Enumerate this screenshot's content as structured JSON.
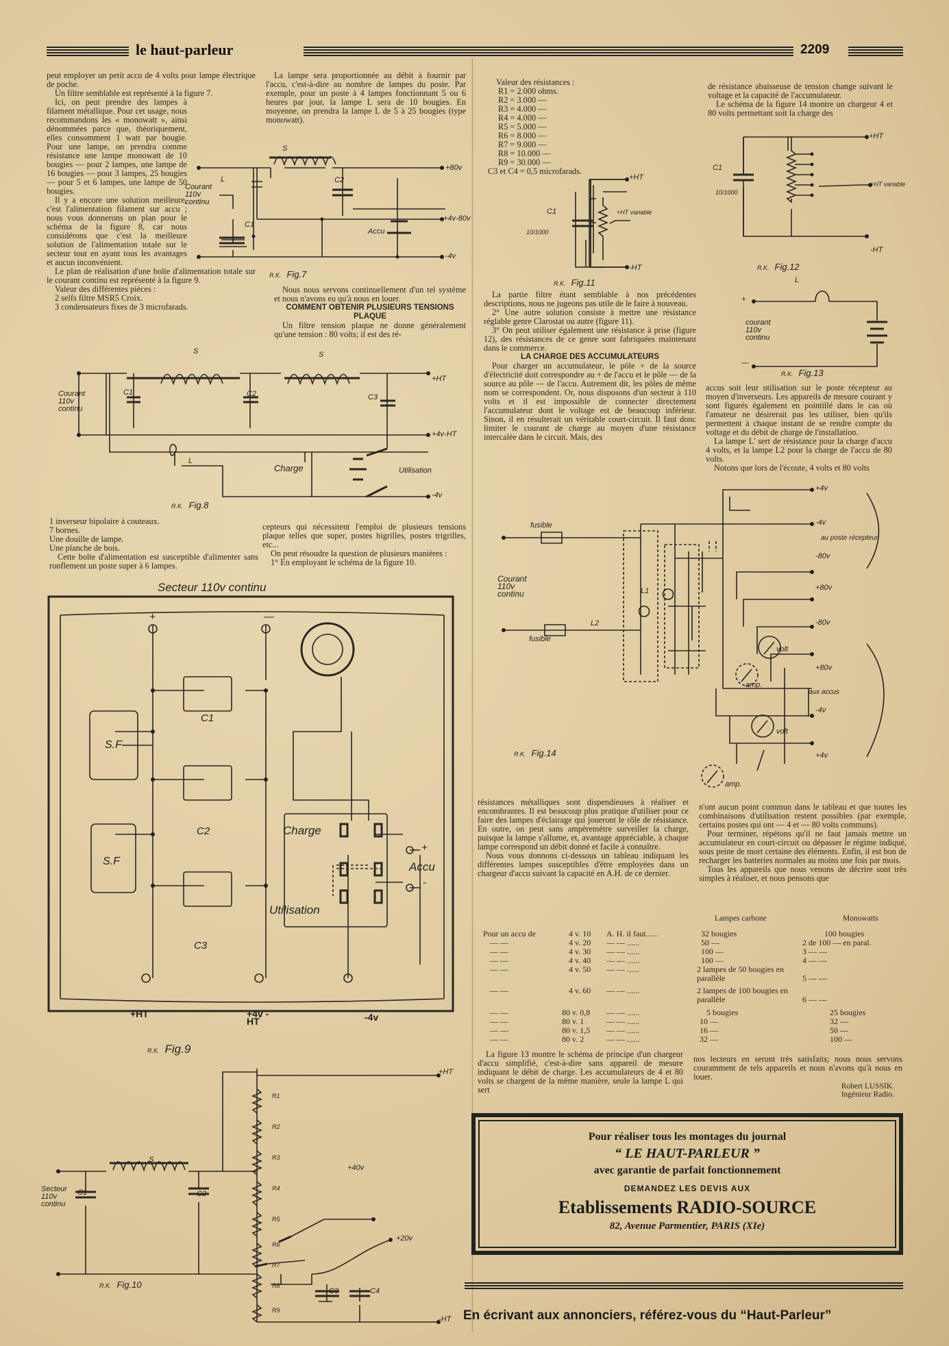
{
  "header": {
    "journal": "le haut-parleur",
    "page_number": "2209"
  },
  "col1": {
    "paras": [
      "peut employer un petit accu de 4 volts pour lampe électrique de poche.",
      "Un filtre semblable est représenté à la figure 7.",
      "Ici, on peut prendre des lampes à filament métallique. Pour cet usage, nous recommandons les « monowatt », ainsi dénommées parce que, théoriquement, elles consomment 1 watt par bougie. Pour une lampe, on prendra comme résistance une lampe monowatt de 10 bougies — pour 2 lampes, une lampe de 16 bougies — pour 3 lampes, 25 bougies — pour 5 et 6 lampes, une lampe de 50 bougies.",
      "Il y a encore une solution meilleure, c'est l'alimentation filament sur accu ; nous vous donnerons un plan pour le schéma de la figure 8, car nous considérons que c'est la meilleure solution de l'alimentation totale sur le secteur tout en ayant tous les avantages et aucun inconvénient.",
      "Le plan de réalisation d'une boîte d'alimentation totale sur le courant continu est représenté à la figure 9.",
      "Valeur des différentes pièces :",
      "2 selfs filtre MSR5 Croix.",
      "3 condensateurs fixes de 3 microfarads."
    ]
  },
  "col2": {
    "paras": [
      "La lampe sera proportionnée au débit à fournir par l'accu, c'est-à-dire au nombre de lampes du poste. Par exemple, pour un poste à 4 lampes fonctionnant 5 ou 6 heures par jour, la lampe L sera de 10 bougies. En moyenne, on prendra la lampe L de 5 à 25 bougies (type monowatt).",
      "Nous nous servons continuellement d'un tel système et nous n'avons eu qu'à nous en louer."
    ],
    "heading": "COMMENT OBTENIR PLUSIEURS TENSIONS PLAQUE",
    "paras2": [
      "Un filtre tension plaque ne donne généralement qu'une tension : 80 volts; il est des ré-"
    ]
  },
  "fig7": {
    "caption": "Fig.7",
    "rk": "R.K.",
    "labels": {
      "s": "S",
      "c2": "C2",
      "c1": "C1",
      "l": "L",
      "courant": "Courant 110v continu",
      "accu": "Accu",
      "p80": "+80v",
      "p4": "+4v-80v",
      "m4": "-4v"
    }
  },
  "fig8": {
    "caption": "Fig.8",
    "rk": "R.K.",
    "labels": {
      "s1": "S",
      "s2": "S",
      "c1": "C1",
      "c2": "C2",
      "c3": "C3",
      "l": "L",
      "courant": "Courant 110v continu",
      "charge": "Charge",
      "util": "Utilisation",
      "ht": "+HT",
      "p4": "+4v-HT",
      "m4": "-4v"
    }
  },
  "col1b": {
    "paras": [
      "1 inverseur bipolaire à couteaux.",
      "7 bornes.",
      "Une douille de lampe.",
      "Une planche de bois.",
      "Cette boîte d'alimentation est susceptible d'alimenter sans ronflement un poste super à 6 lampes."
    ]
  },
  "col2b": {
    "paras": [
      "cepteurs qui nécessitent l'emploi de plusieurs tensions plaque telles que super, postes bigrilles, postes trigrilles, etc...",
      "On peut résoudre la question de plusieurs manières :",
      "1° En employant le schéma de la figure 10."
    ]
  },
  "fig9": {
    "title": "Secteur 110v continu",
    "caption": "Fig.9",
    "rk": "R.K.",
    "labels": {
      "plus": "+",
      "minus": "—",
      "c1": "C1",
      "c2": "C2",
      "c3": "C3",
      "sf1": "S.F",
      "sf2": "S.F",
      "charge": "Charge",
      "util": "Utilisation",
      "accu": "Accu",
      "ht": "+HT",
      "p4": "+4v -HT",
      "m4": "-4v",
      "ap": "+",
      "am": "-"
    }
  },
  "fig10": {
    "caption": "Fig.10",
    "rk": "R.K.",
    "labels": {
      "ht": "+HT",
      "s": "S",
      "secteur": "Secteur 110v continu",
      "c1": "C1",
      "c2": "C2",
      "p40": "+40v",
      "p20": "+20v",
      "c3": "C3",
      "c4": "C4",
      "mht": "-HT",
      "r1": "R1",
      "r2": "R2",
      "r3": "R3",
      "r4": "R4",
      "r5": "R5",
      "r6": "R6",
      "r7": "R7",
      "r8": "R8",
      "r9": "R9"
    }
  },
  "col3": {
    "intro": "Valeur des résistances :",
    "res": [
      [
        "R1 =",
        "2.000 ohms."
      ],
      [
        "R2 =",
        "3.000 —"
      ],
      [
        "R3 =",
        "4.000 —"
      ],
      [
        "R4 =",
        "4.000 —"
      ],
      [
        "R5 =",
        "5.000 —"
      ],
      [
        "R6 =",
        "8.000 —"
      ],
      [
        "R7 =",
        "9.000 —"
      ],
      [
        "R8 =",
        "10.000 —"
      ],
      [
        "R9 =",
        "30.000 —"
      ],
      [
        "C3 et C4 =",
        "0,5 microfarads."
      ]
    ],
    "paras": [
      "La partie filtre étant semblable à nos précédentes descriptions, nous ne jugeons pas utile de le faire à nouveau.",
      "2° Une autre solution consiste à mettre une résistance réglable genre Clarostat ou autre (figure 11).",
      "3° On peut utiliser également une résistance à prise (figure 12), des résistances de ce genre sont fabriquées maintenant dans le commerce."
    ],
    "heading": "LA CHARGE DES ACCUMULATEURS",
    "paras2": [
      "Pour charger un accumulateur, le pôle + de la source d'électricité doit correspondre au + de l'accu et le pôle — de la source au pôle — de l'accu. Autrement dit, les pôles de même nom se correspondent. Or, nous disposons d'un secteur à 110 volts et il est impossible de connecter directement l'accumulateur dont le voltage est de beaucoup inférieur. Sinon, il en résulterait un véritable court-circuit. Il faut donc limiter le courant de charge au moyen d'une résistance intercalée dans le circuit. Mais, des"
    ]
  },
  "fig11": {
    "caption": "Fig.11",
    "rk": "R.K.",
    "labels": {
      "ht": "+HT",
      "c1": "C1",
      "cval": "10/1000",
      "htv": "+HT variable",
      "mht": "-HT"
    }
  },
  "col4": {
    "paras": [
      "de résistance abaisseuse de tension change suivant le voltage et la capacité de l'accumulateur.",
      "Le schéma de la figure 14 montre un chargeur 4 et 80 volts permettant soit la charge des"
    ],
    "paras2": [
      "accus soit leur utilisation sur le poste récepteur au moyen d'inverseurs. Les appareils de mesure courant y sont figurés également en pointillé dans le cas où l'amateur ne désirerait pas les utiliser, bien qu'ils permettent à chaque instant de se rendre compte du voltage et du débit de charge de l'installation.",
      "La lampe L' sert de résistance pour la charge d'accu 4 volts, et la lampe L2 pour la charge de l'accu de 80 volts.",
      "Notons que lors de l'écoute, 4 volts et 80 volts"
    ]
  },
  "fig12": {
    "caption": "Fig.12",
    "rk": "R.K.",
    "labels": {
      "ht": "+HT",
      "c1": "C1",
      "cval": "10/1000",
      "htv": "+HT variable",
      "mht": "-HT"
    }
  },
  "fig13": {
    "caption": "Fig.13",
    "rk": "R.K.",
    "labels": {
      "l": "L",
      "plus": "+",
      "minus": "—",
      "courant": "courant 110v continu"
    }
  },
  "fig14": {
    "caption": "Fig.14",
    "rk": "R.K.",
    "labels": {
      "fusible1": "fusible",
      "fusible2": "fusible",
      "courant": "Courant 110v continu",
      "l1": "L1",
      "l2": "L2",
      "recepteur": "au poste récepteur",
      "accus": "aux accus",
      "volt1": "volt",
      "volt2": "volt",
      "amp1": "amp.",
      "amp2": "amp.",
      "t1": "+4v",
      "t2": "-4v",
      "t3": "-80v",
      "t4": "+80v",
      "t5": "-80v",
      "t6": "+80v",
      "t7": "-4v",
      "t8": "+4v"
    }
  },
  "col3b": {
    "paras": [
      "résistances métalliques sont dispendieuses à réaliser et encombrantes. Il est beaucoup plus pratique d'utiliser pour ce faire des lampes d'éclairage qui joueront le rôle de résistance. En outre, on peut sans ampèremètre surveiller la charge, puisque la lampe s'allume, et, avantage appréciable, à chaque lampe correspond un débit donné et facile à connaître.",
      "Nous vous donnons ci-dessous un tableau indiquant les différentes lampes susceptibles d'être employées dans un chargeur d'accu suivant la capacité en A.H. de ce dernier."
    ]
  },
  "col4b": {
    "paras": [
      "n'ont aucun point commun dans le tableau et que toutes les combinaisons d'utilisation restent possibles (par exemple, certains postes qui ont — 4 et — 80 volts communs).",
      "Pour terminer, répétons qu'il ne faut jamais mettre un accumulateur en court-circuit ou dépasser le régime indiqué, sous peine de mort certaine des éléments. Enfin, il est bon de recharger les batteries normales au moins une fois par mois.",
      "Tous les appareils que nous venons de décrire sont très simples à réaliser, et nous pensons que"
    ]
  },
  "table": {
    "head_carbone": "Lampes carbone",
    "head_mono": "Monowatts",
    "rows": [
      [
        "Pour un accu de",
        "4 v. 10",
        "A. H. il faut......",
        "32 bougies",
        "100 bougies"
      ],
      [
        "—     —",
        "4 v. 20",
        "—     —   ......",
        "50    —",
        "2 de 100 — en paral."
      ],
      [
        "—     —",
        "4 v. 30",
        "—     —   ......",
        "100   —",
        "3    —     —"
      ],
      [
        "—     —",
        "4 v. 40",
        "—     —   ......",
        "100   —",
        "4    —     —"
      ],
      [
        "—     —",
        "4 v. 50",
        "—     —   ......",
        "2 lampes de 50 bougies en parallèle",
        "5    —     —"
      ],
      [
        "—     —",
        "4 v. 60",
        "—     —   ......",
        "2 lampes de 100 bougies en parallèle",
        "6    —     —"
      ],
      [
        "—     —",
        "80 v. 0,8",
        "—     —   ......",
        "5 bougies",
        "25 bougies"
      ],
      [
        "—     —",
        "80 v. 1",
        "—     —   ......",
        "10    —",
        "32    —"
      ],
      [
        "—     —",
        "80 v. 1,5",
        "—     —   ......",
        "16    —",
        "50    —"
      ],
      [
        "—     —",
        "80 v. 2",
        "—     —   ......",
        "32    —",
        "100   —"
      ]
    ]
  },
  "col3c": {
    "paras": [
      "La figure 13 montre le schéma de principe d'un chargeur d'accu simplifié, c'est-à-dire sans appareil de mesure indiquant le débit de charge. Les accumulateurs de 4 et 80 volts se chargent de la même manière, seule la lampe L qui sert"
    ]
  },
  "col4c": {
    "paras": [
      "nos lecteurs en seront très satisfaits; nous nous servons couramment de tels appareils et nous n'avons qu'à nous en louer."
    ],
    "author": "Robert LUSSIK.",
    "author_title": "Ingénieur Radio."
  },
  "ad": {
    "l1": "Pour réaliser tous les montages du journal",
    "l2": "“ LE HAUT-PARLEUR ”",
    "l3": "avec garantie de parfait fonctionnement",
    "l4": "DEMANDEZ LES DEVIS AUX",
    "l5": "Etablissements RADIO-SOURCE",
    "l6": "82, Avenue Parmentier, PARIS (XIe)"
  },
  "footer": "En écrivant aux annonciers, référez-vous du “Haut-Parleur”"
}
